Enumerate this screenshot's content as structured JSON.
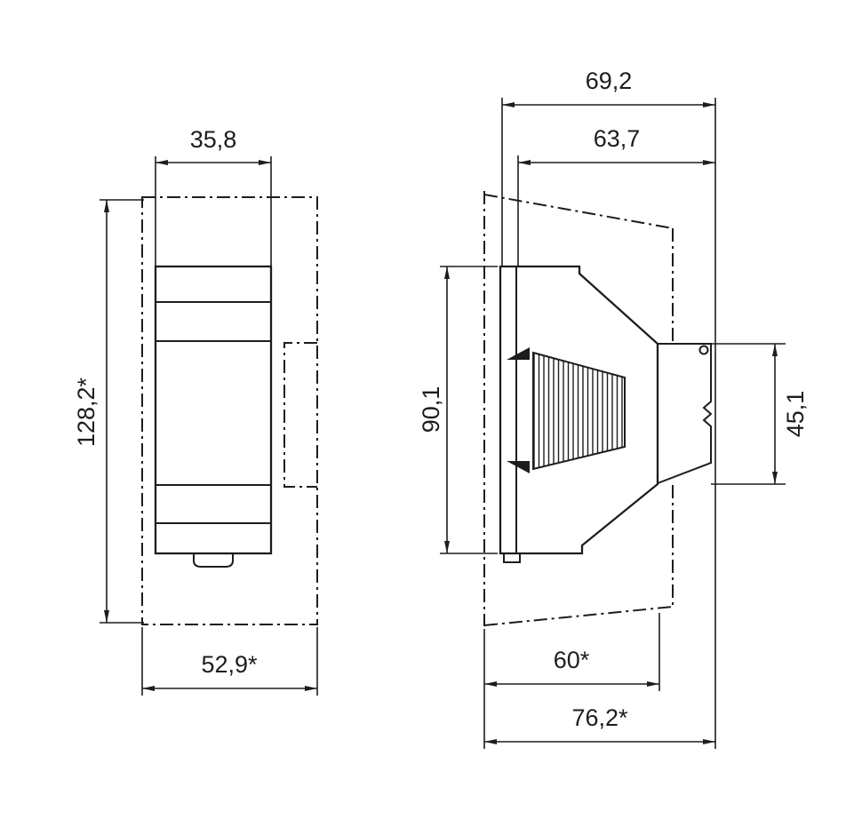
{
  "colors": {
    "line": "#1d1d1b",
    "background": "#ffffff"
  },
  "front_view": {
    "dim_device_width": "35,8",
    "dim_overall_height": "128,2*",
    "dim_overall_width": "52,9*"
  },
  "side_view": {
    "dim_depth_incl_clip": "69,2",
    "dim_depth_front": "63,7",
    "dim_front_height": "90,1",
    "dim_clip_height": "45,1",
    "dim_depth_body": "60*",
    "dim_depth_overall": "76,2*"
  }
}
